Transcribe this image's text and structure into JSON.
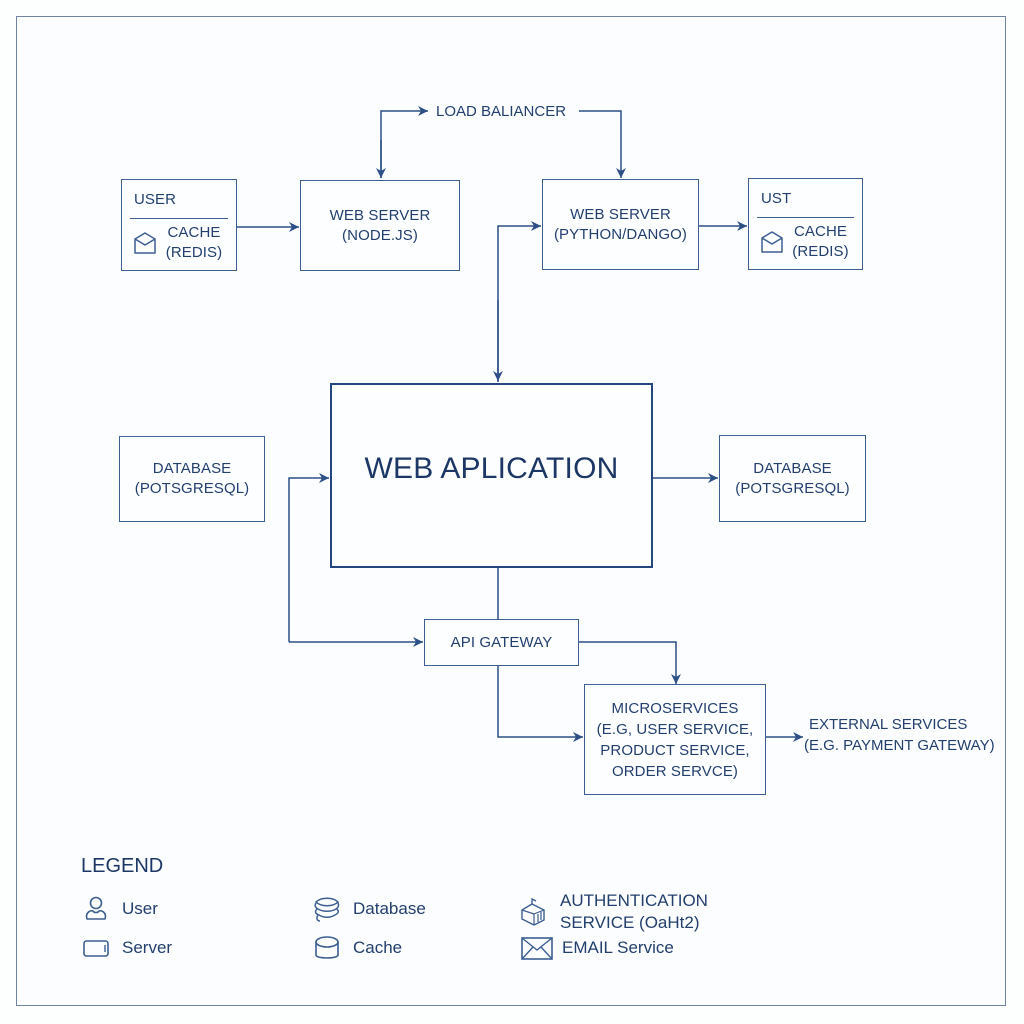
{
  "diagram": {
    "nodes": {
      "load_balancer": {
        "label": "LOAD BALIANCER"
      },
      "user_cache_left": {
        "header": "USER",
        "line1": "CACHE",
        "line2": "(REDIS)",
        "icon": "cache-box-icon"
      },
      "web_server_node": {
        "line1": "WEB SERVER",
        "line2": "(NODE.JS)"
      },
      "web_server_python": {
        "line1": "WEB SERVER",
        "line2": "(PYTHON/DANGO)"
      },
      "ust_cache_right": {
        "header": "UST",
        "line1": "CACHE",
        "line2": "(REDIS)",
        "icon": "cache-box-icon"
      },
      "database_left": {
        "line1": "DATABASE",
        "line2": "(POTSGRESQL)"
      },
      "web_application": {
        "label": "WEB APLICATION"
      },
      "database_right": {
        "line1": "DATABASE",
        "line2": "(POTSGRESQL)"
      },
      "api_gateway": {
        "label": "API GATEWAY"
      },
      "microservices": {
        "line1": "MICROSERVICES",
        "line2": "(E.G, USER SERVICE,",
        "line3": "PRODUCT SERVICE,",
        "line4": "ORDER SERVCE)"
      },
      "external_services": {
        "line1": "EXTERNAL SERVICES",
        "line2": "(E.G. PAYMENT GATEWAY)"
      }
    },
    "edges": [
      {
        "from": "web_server_node",
        "to": "load_balancer",
        "bidirectional": true
      },
      {
        "from": "load_balancer",
        "to": "web_server_python"
      },
      {
        "from": "user_cache_left",
        "to": "web_server_node"
      },
      {
        "from": "web_server_python",
        "to": "ust_cache_right"
      },
      {
        "from": "web_application",
        "to": "web_server_python",
        "bidirectional": true
      },
      {
        "from": "web_application",
        "to": "database_right"
      },
      {
        "from": "api_gateway",
        "to": "web_application"
      },
      {
        "from": "web_application",
        "to": "api_gateway"
      },
      {
        "from": "api_gateway",
        "to": "microservices"
      },
      {
        "from": "microservices",
        "to": "external_services"
      }
    ],
    "colors": {
      "line": "#2b4f86",
      "text": "#223f6e",
      "frame": "#6f829e"
    }
  },
  "legend": {
    "title": "LEGEND",
    "items": [
      {
        "icon": "user-icon",
        "label": "User"
      },
      {
        "icon": "server-icon",
        "label": "Server"
      },
      {
        "icon": "database-icon",
        "label": "Database"
      },
      {
        "icon": "cache-icon",
        "label": "Cache"
      },
      {
        "icon": "auth-service-icon",
        "label_line1": "AUTHENTICATION",
        "label_line2": "SERVICE (OaHt2)"
      },
      {
        "icon": "email-icon",
        "label": "EMAIL Service"
      }
    ]
  }
}
